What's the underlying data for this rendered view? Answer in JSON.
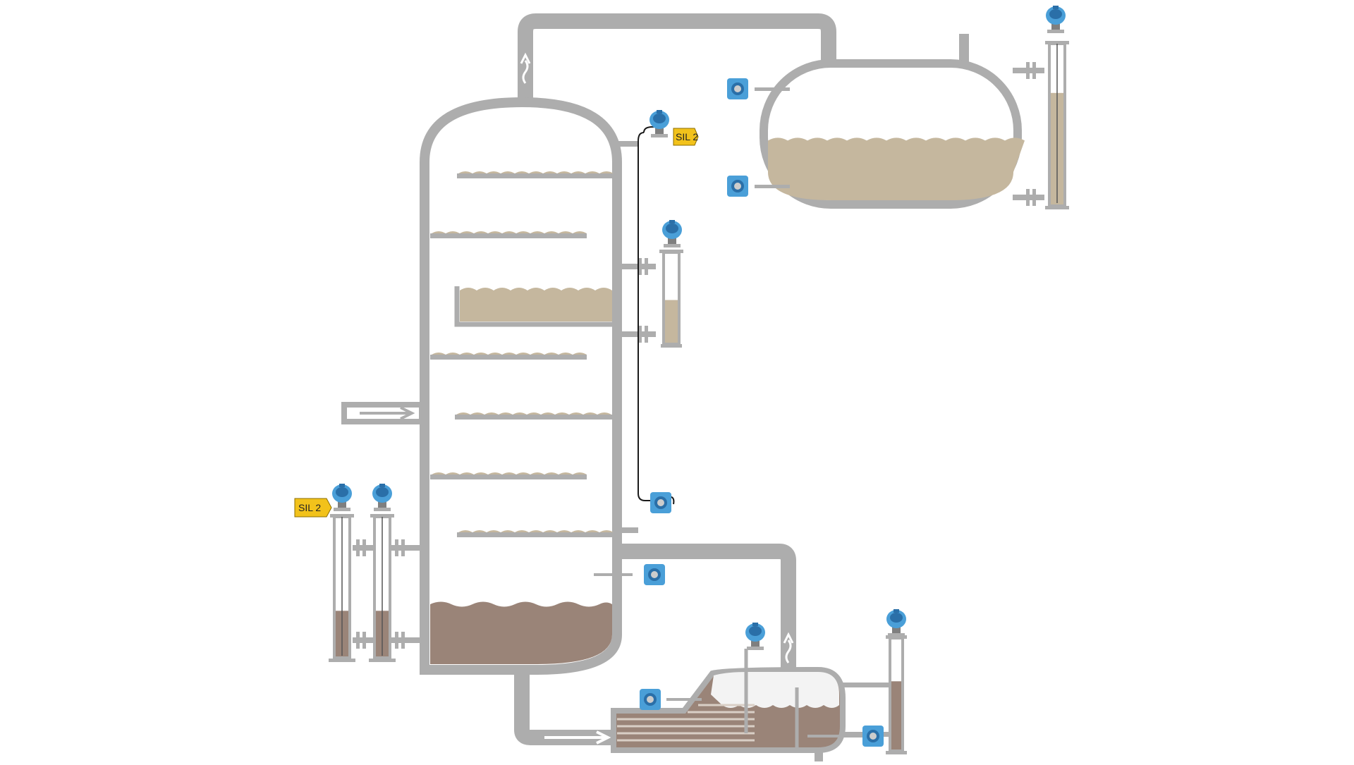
{
  "tags": {
    "column_top": "SIL 2",
    "sidechamber_left": "SIL 2"
  },
  "colors": {
    "steel": "#adadad",
    "steel_dark": "#8c8c8c",
    "light_liquid": "#c5b79e",
    "dark_liquid": "#9a8478",
    "foam": "#f3f3f3",
    "transmitter_blue": "#4a9fd8",
    "transmitter_dark": "#2a6fa8",
    "tag_yellow": "#f2c21b",
    "wire": "#1a1a1a"
  },
  "levels": {
    "drum_level": 0.45,
    "boot_chamber_level": 0.7,
    "sidechamber_column": 0.48,
    "sidechamber_left_1": 0.33,
    "sidechamber_left_2": 0.33,
    "reboiler_chamber_level": 0.62
  },
  "icons": [
    "radar-transmitter-icon",
    "dp-transmitter-icon",
    "temperature-transmitter-icon",
    "flow-arrow-icon",
    "vapor-arrow-icon",
    "sil-tag-icon"
  ]
}
